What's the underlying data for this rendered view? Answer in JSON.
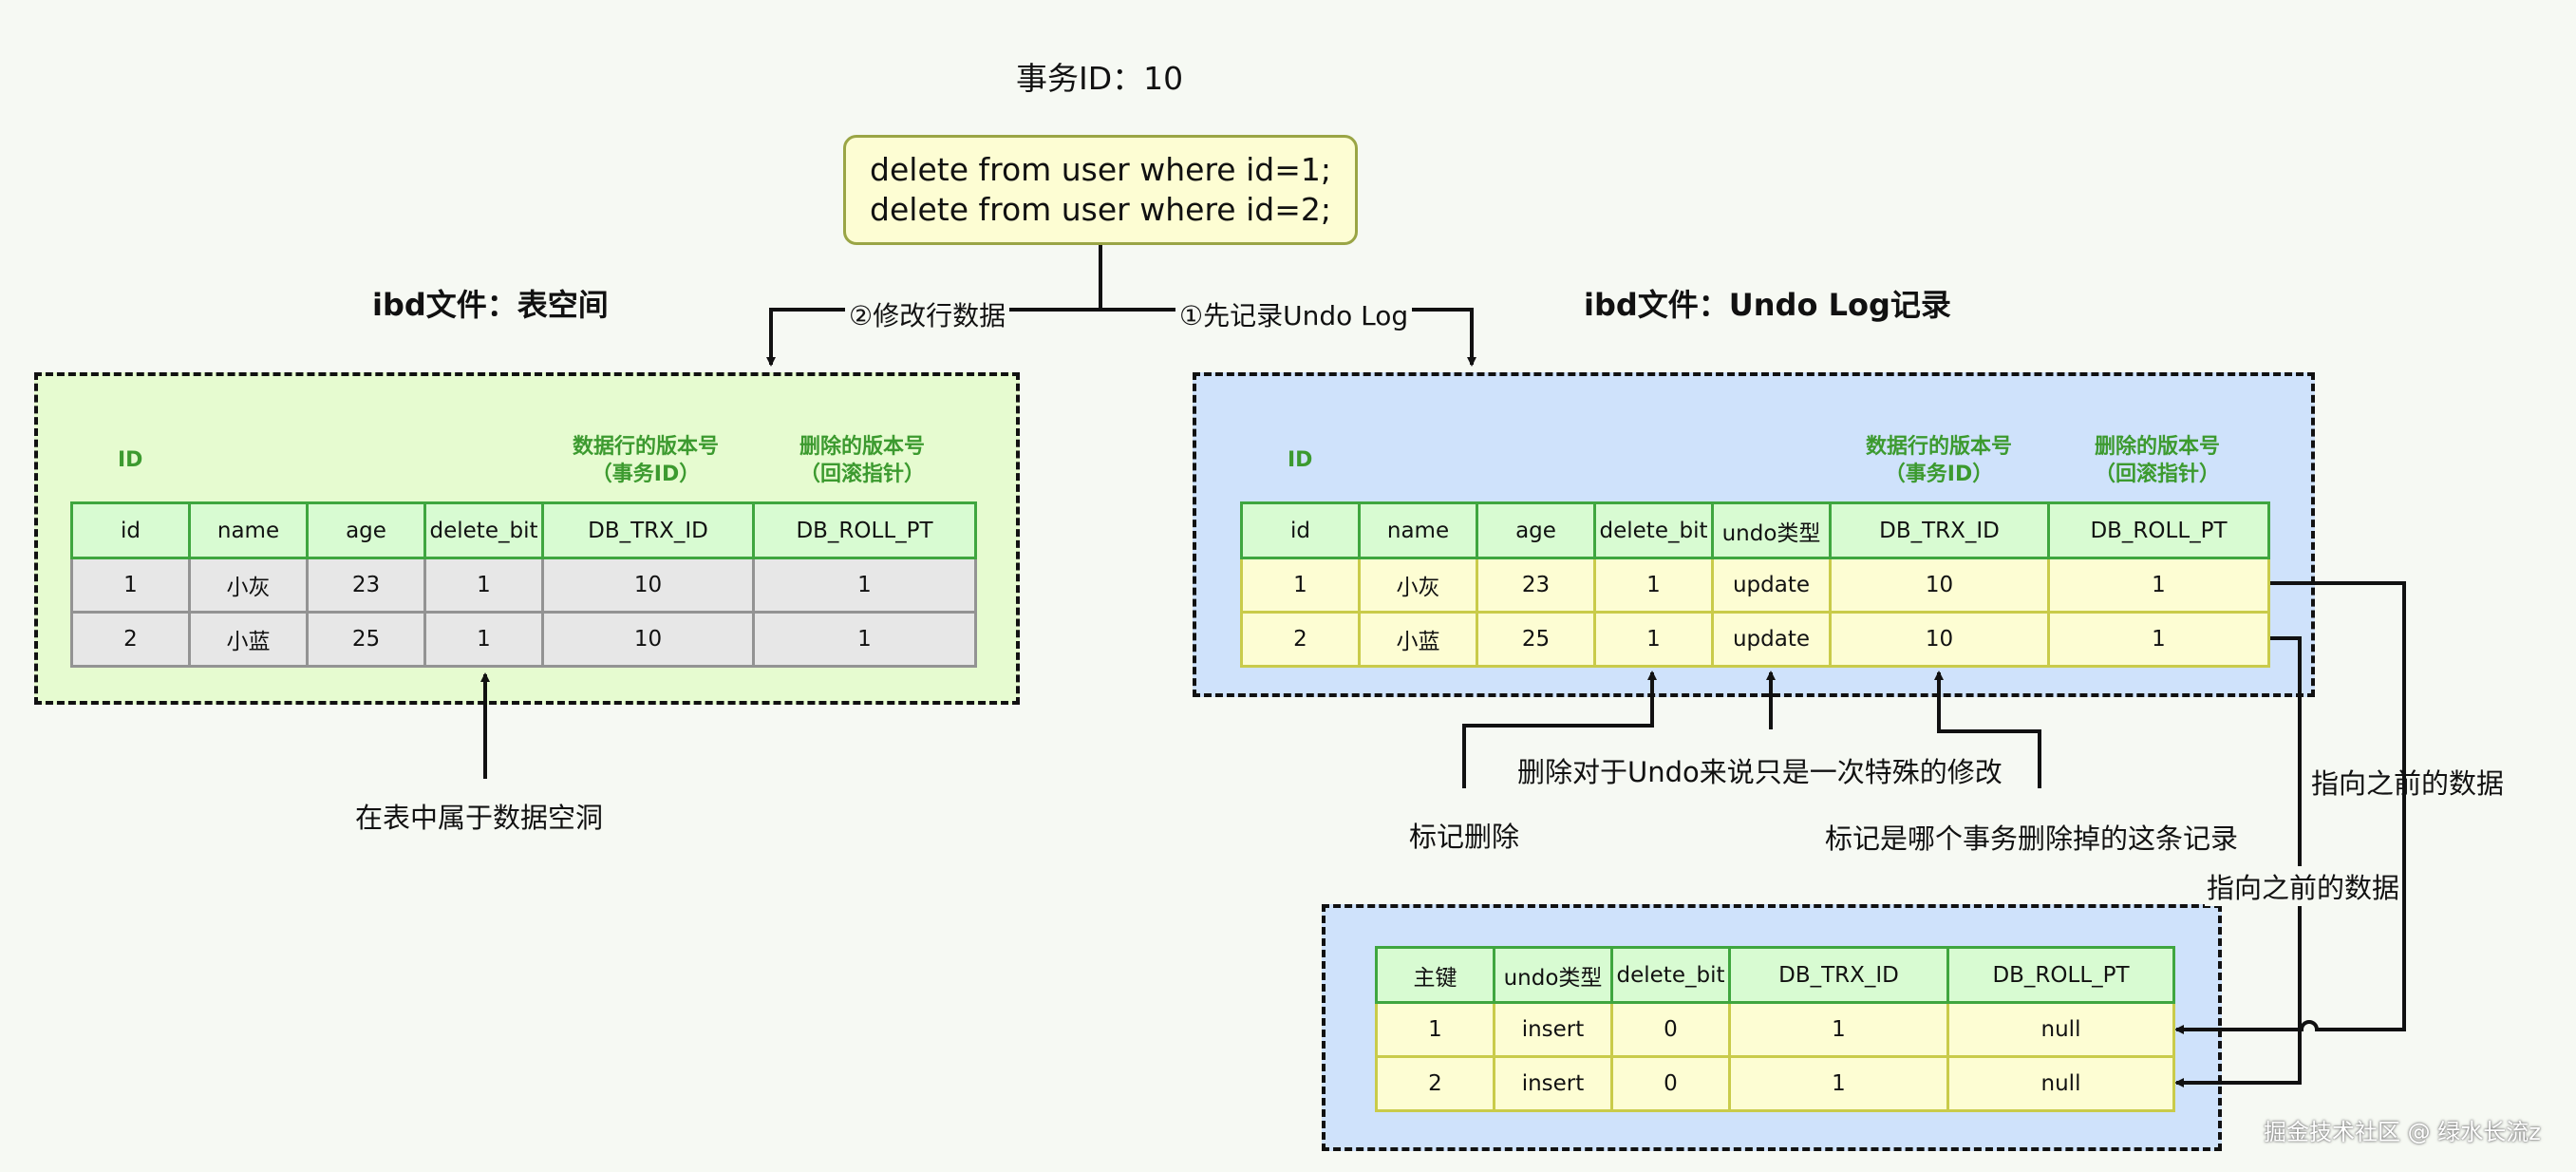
{
  "header": {
    "trx_label": "事务ID：10",
    "sql_lines": [
      "delete from user where id=1;",
      "delete from user where id=2;"
    ]
  },
  "left": {
    "title": "ibd文件：表空间",
    "arrow_label": "②修改行数据",
    "id_note": "ID",
    "trx_note": [
      "数据行的版本号",
      "（事务ID）"
    ],
    "roll_note": [
      "删除的版本号",
      "（回滚指针）"
    ],
    "columns": [
      "id",
      "name",
      "age",
      "delete_bit",
      "DB_TRX_ID",
      "DB_ROLL_PT"
    ],
    "rows": [
      [
        "1",
        "小灰",
        "23",
        "1",
        "10",
        "1"
      ],
      [
        "2",
        "小蓝",
        "25",
        "1",
        "10",
        "1"
      ]
    ],
    "hole_note": "在表中属于数据空洞"
  },
  "right": {
    "title": "ibd文件：Undo Log记录",
    "arrow_label": "①先记录Undo Log",
    "id_note": "ID",
    "trx_note": [
      "数据行的版本号",
      "（事务ID）"
    ],
    "roll_note": [
      "删除的版本号",
      "（回滚指针）"
    ],
    "columns": [
      "id",
      "name",
      "age",
      "delete_bit",
      "undo类型",
      "DB_TRX_ID",
      "DB_ROLL_PT"
    ],
    "rows": [
      [
        "1",
        "小灰",
        "23",
        "1",
        "update",
        "10",
        "1"
      ],
      [
        "2",
        "小蓝",
        "25",
        "1",
        "update",
        "10",
        "1"
      ]
    ],
    "notes": {
      "special_modify": "删除对于Undo来说只是一次特殊的修改",
      "mark_delete": "标记删除",
      "mark_trx": "标记是哪个事务删除掉的这条记录",
      "point_prev_1": "指向之前的数据",
      "point_prev_2": "指向之前的数据"
    }
  },
  "bottom": {
    "columns": [
      "主键",
      "undo类型",
      "delete_bit",
      "DB_TRX_ID",
      "DB_ROLL_PT"
    ],
    "rows": [
      [
        "1",
        "insert",
        "0",
        "1",
        "null"
      ],
      [
        "2",
        "insert",
        "0",
        "1",
        "null"
      ]
    ]
  },
  "watermark": "掘金技术社区 @ 绿水长流z"
}
